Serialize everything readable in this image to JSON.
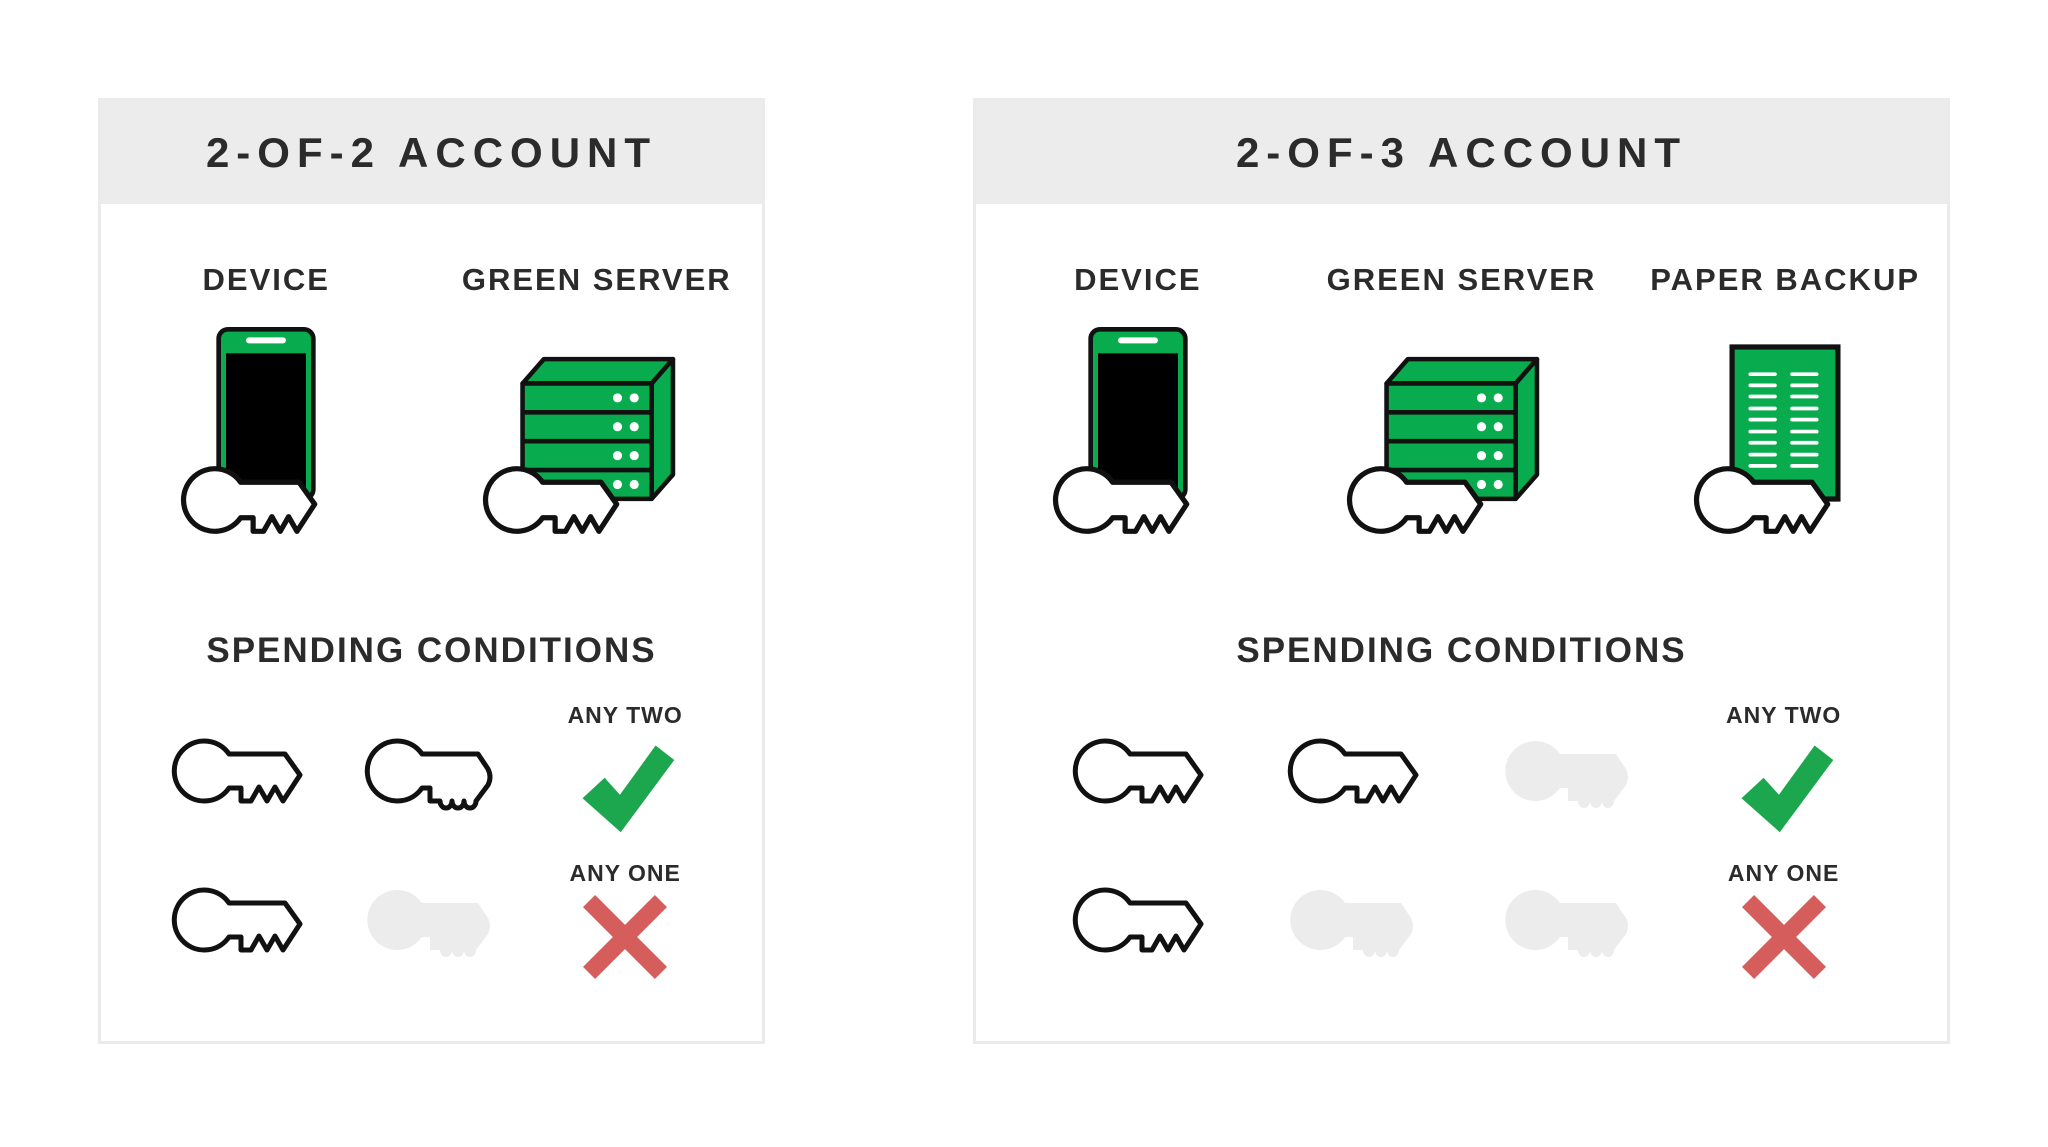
{
  "colors": {
    "green": "#09AB4F",
    "check": "#1CA74F",
    "cross": "#D55E5C",
    "key_inactive": "#ECECEC",
    "header_bg": "#ECECEC",
    "border": "#EBEBEB",
    "text": "#2B2B2B",
    "outline": "#111111",
    "screen": "#000000",
    "white": "#FFFFFF"
  },
  "cards": [
    {
      "title": "2-OF-2 ACCOUNT",
      "holders": [
        {
          "label": "DEVICE",
          "icon": "phone-icon"
        },
        {
          "label": "GREEN SERVER",
          "icon": "server-icon"
        }
      ],
      "conditions_title": "SPENDING CONDITIONS",
      "conditions": [
        {
          "label": "ANY TWO",
          "result": "check",
          "keys": [
            "active",
            "active"
          ]
        },
        {
          "label": "ANY ONE",
          "result": "cross",
          "keys": [
            "active",
            "inactive"
          ]
        }
      ]
    },
    {
      "title": "2-OF-3 ACCOUNT",
      "holders": [
        {
          "label": "DEVICE",
          "icon": "phone-icon"
        },
        {
          "label": "GREEN SERVER",
          "icon": "server-icon"
        },
        {
          "label": "PAPER BACKUP",
          "icon": "paper-icon"
        }
      ],
      "conditions_title": "SPENDING CONDITIONS",
      "conditions": [
        {
          "label": "ANY TWO",
          "result": "check",
          "keys": [
            "active",
            "active",
            "inactive"
          ]
        },
        {
          "label": "ANY ONE",
          "result": "cross",
          "keys": [
            "active",
            "inactive",
            "inactive"
          ]
        }
      ]
    }
  ]
}
